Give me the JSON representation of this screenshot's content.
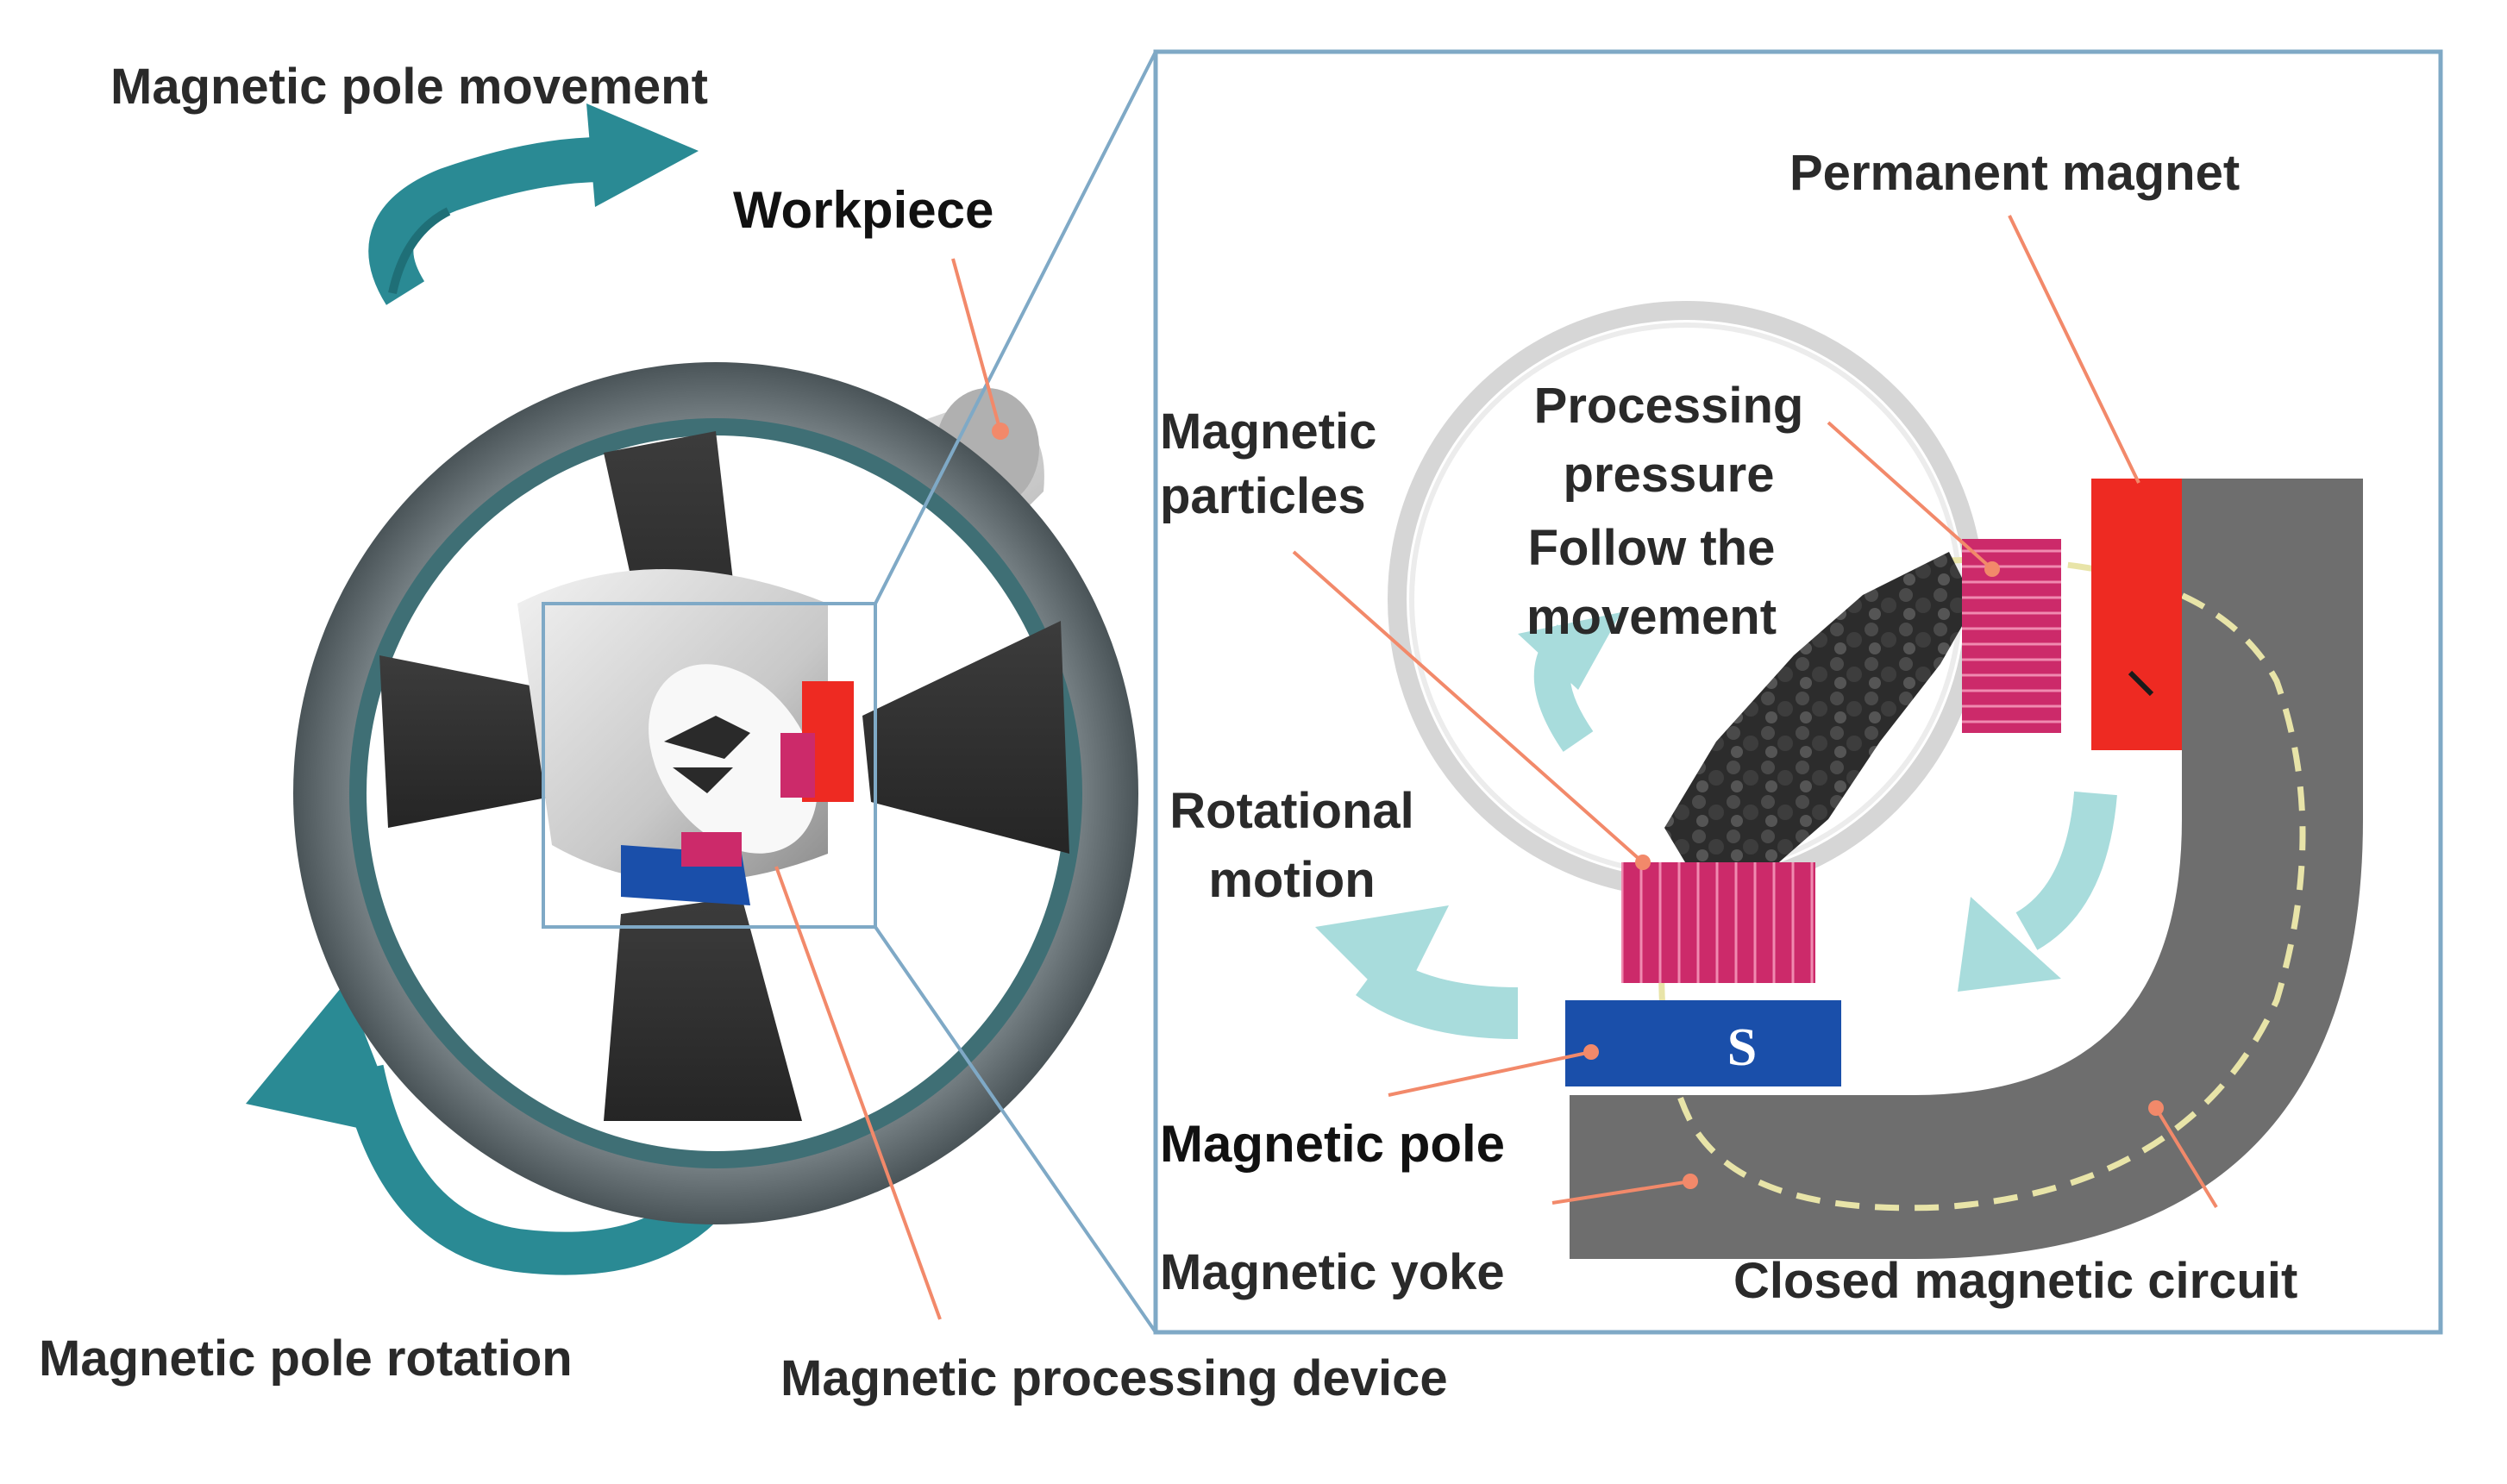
{
  "labels": {
    "pole_movement": "Magnetic pole movement",
    "workpiece": "Workpiece",
    "permanent_magnet": "Permanent magnet",
    "magnetic_particles_1": "Magnetic",
    "magnetic_particles_2": "particles",
    "processing_1": "Processing",
    "processing_2": "pressure",
    "processing_3": "Follow the",
    "processing_4": "movement",
    "rotational_1": "Rotational",
    "rotational_2": "motion",
    "pole_letter": "S",
    "magnetic_pole": "Magnetic pole",
    "magnetic_yoke": "Magnetic yoke",
    "closed_circuit": "Closed magnetic circuit",
    "pole_rotation": "Magnetic pole rotation",
    "processing_device": "Magnetic processing device"
  },
  "colors": {
    "teal_arrow": "#2a8a94",
    "light_arrow": "#a8dcdc",
    "ring": "#5e6a6e",
    "ring_inner": "#3f6f75",
    "magnet_red": "#ee2a22",
    "particle_magenta": "#cc2a6a",
    "pole_blue": "#1a4faa",
    "yoke_gray": "#6e6e6e",
    "frame_blue": "#7fa9c6",
    "leader_orange": "#f2896a",
    "circuit_dash": "#e8e4a8"
  }
}
